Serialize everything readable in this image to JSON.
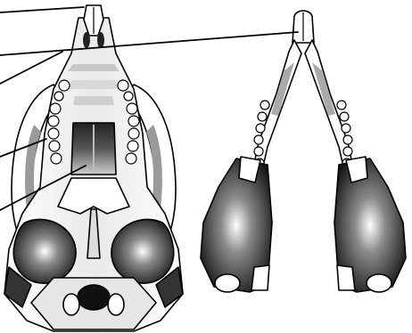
{
  "figure": {
    "left_specimen": "skull-ventral-view",
    "right_specimen": "mandible-dorsal-view",
    "stroke_color": "#000000",
    "fill_light": "#ffffff",
    "fill_gray": "#bdbdbd",
    "fill_dark": "#1a1a1a"
  },
  "leader_lines": [
    {
      "id": "line-1",
      "target": "incisor-tip"
    },
    {
      "id": "line-2",
      "target": "mandible-incisors"
    },
    {
      "id": "line-3",
      "target": "premaxilla"
    },
    {
      "id": "line-4",
      "target": "zygomatic-arch"
    },
    {
      "id": "line-5",
      "target": "palate"
    }
  ]
}
